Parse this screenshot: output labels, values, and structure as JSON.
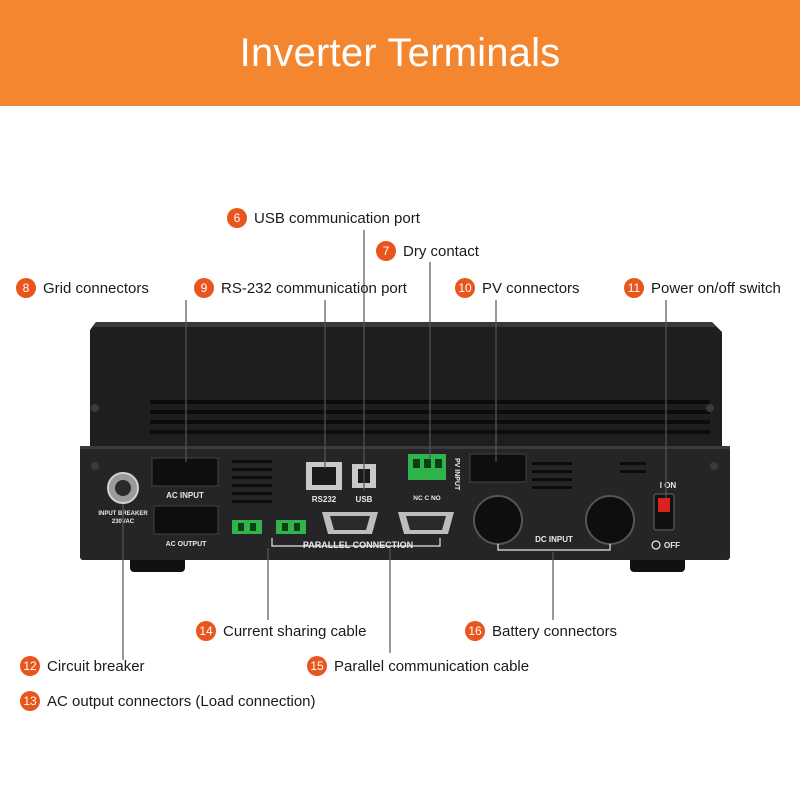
{
  "title": "Inverter Terminals",
  "colors": {
    "banner": "#f4862f",
    "badge": "#e8561e",
    "chassis": "#1f1f21",
    "panel": "#262628",
    "terminal_green": "#2fb34a",
    "leader_line": "#555555"
  },
  "callouts": [
    {
      "id": "6",
      "label": "USB communication port"
    },
    {
      "id": "7",
      "label": "Dry contact"
    },
    {
      "id": "8",
      "label": "Grid connectors"
    },
    {
      "id": "9",
      "label": "RS-232 communication port"
    },
    {
      "id": "10",
      "label": "PV connectors"
    },
    {
      "id": "11",
      "label": "Power on/off switch"
    },
    {
      "id": "12",
      "label": "Circuit breaker"
    },
    {
      "id": "13",
      "label": "AC output connectors (Load connection)"
    },
    {
      "id": "14",
      "label": "Current sharing cable"
    },
    {
      "id": "15",
      "label": "Parallel communication cable"
    },
    {
      "id": "16",
      "label": "Battery connectors"
    }
  ],
  "device_labels": {
    "ac_input": "AC  INPUT",
    "ac_output": "AC  OUTPUT",
    "rs232": "RS232",
    "usb": "USB",
    "dry_contact": "NC  C  NO",
    "pv_input": "PV INPUT",
    "parallel": "PARALLEL CONNECTION",
    "dc_input": "DC   INPUT",
    "switch_on": "I  ON",
    "switch_off": "OFF",
    "breaker_line1": "INPUT BREAKER",
    "breaker_line2": "230VAC"
  }
}
